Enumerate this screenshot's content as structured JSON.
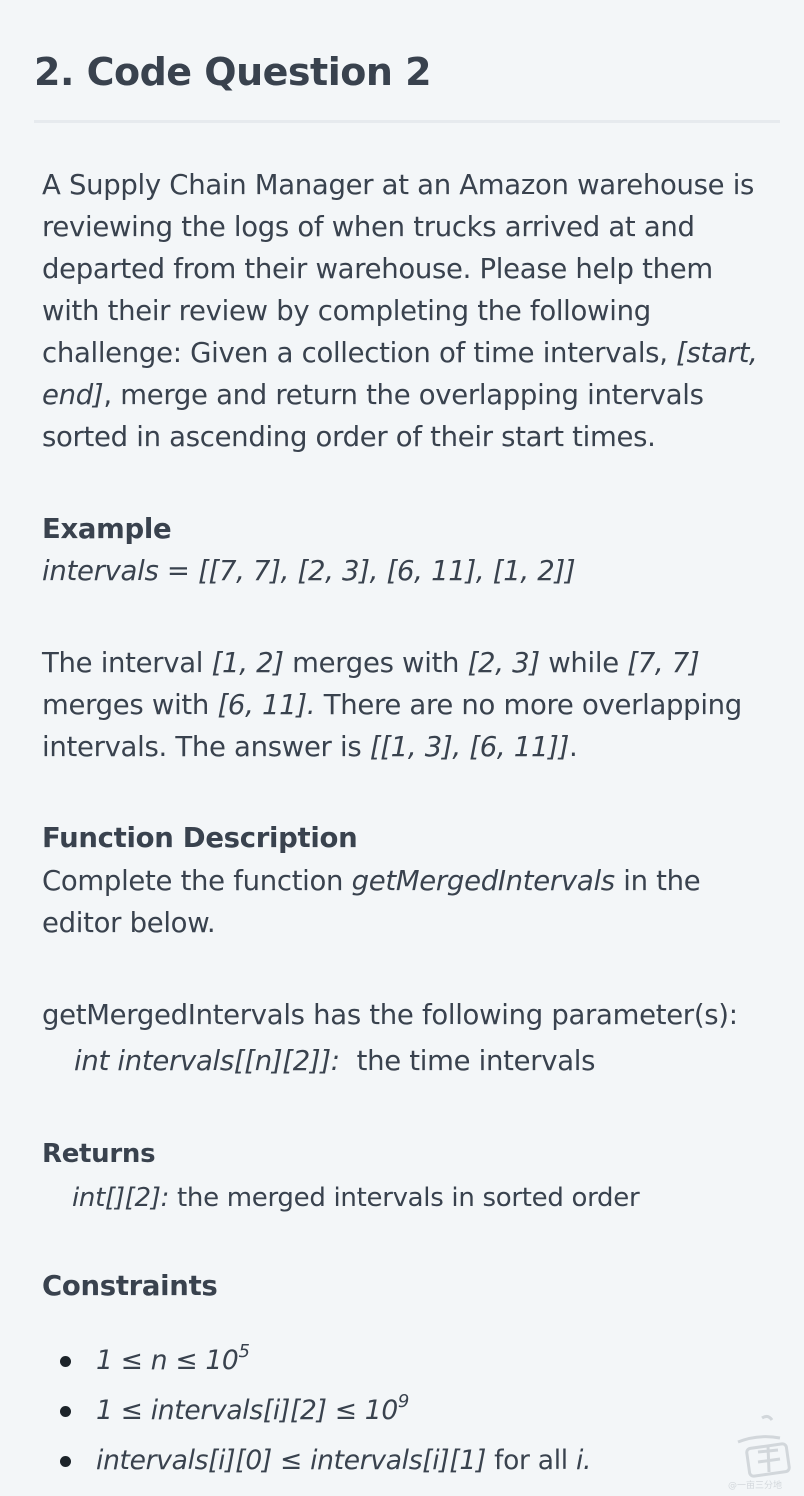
{
  "question": {
    "title": "2. Code Question 2",
    "intro_1": "A Supply Chain Manager at an Amazon warehouse is reviewing the logs of when trucks arrived at and departed from their warehouse. Please help them with their review by completing the following challenge: Given a collection of time intervals, ",
    "intro_italic": "[start, end]",
    "intro_2": ", merge and return the overlapping intervals sorted in ascending order of their start times."
  },
  "example": {
    "heading": "Example",
    "input": "intervals = [[7, 7], [2, 3], [6, 11], [1, 2]]",
    "explain_1": "The interval ",
    "explain_a": "[1, 2]",
    "explain_2": " merges with ",
    "explain_b": "[2, 3]",
    "explain_3": " while ",
    "explain_c": "[7, 7]",
    "explain_4": " merges with ",
    "explain_d": "[6, 11].",
    "explain_5": " There are no more overlapping intervals. The answer is ",
    "explain_e": "[[1, 3], [6, 11]]",
    "explain_6": "."
  },
  "function_description": {
    "heading": "Function Description",
    "text_1": "Complete the function ",
    "function_name": "getMergedIntervals",
    "text_2": " in the editor below.",
    "params_intro": "getMergedIntervals has the following parameter(s):",
    "param_sig": "int intervals[[n][2]]:",
    "param_desc": "  the time intervals"
  },
  "returns": {
    "heading": "Returns",
    "sig": "int[][2]:",
    "desc": " the merged intervals in sorted order"
  },
  "constraints": {
    "heading": "Constraints",
    "c1_base": "1 ≤ n ≤ 10",
    "c1_exp": "5",
    "c2_base": "1 ≤ intervals[i][2] ≤ 10",
    "c2_exp": "9",
    "c3_italic": "intervals[i][0] ≤ intervals[i][1]",
    "c3_text": " for all ",
    "c3_var": "i."
  },
  "watermark": {
    "icon": "stamp-logo-icon",
    "caption": "@一亩三分地"
  }
}
